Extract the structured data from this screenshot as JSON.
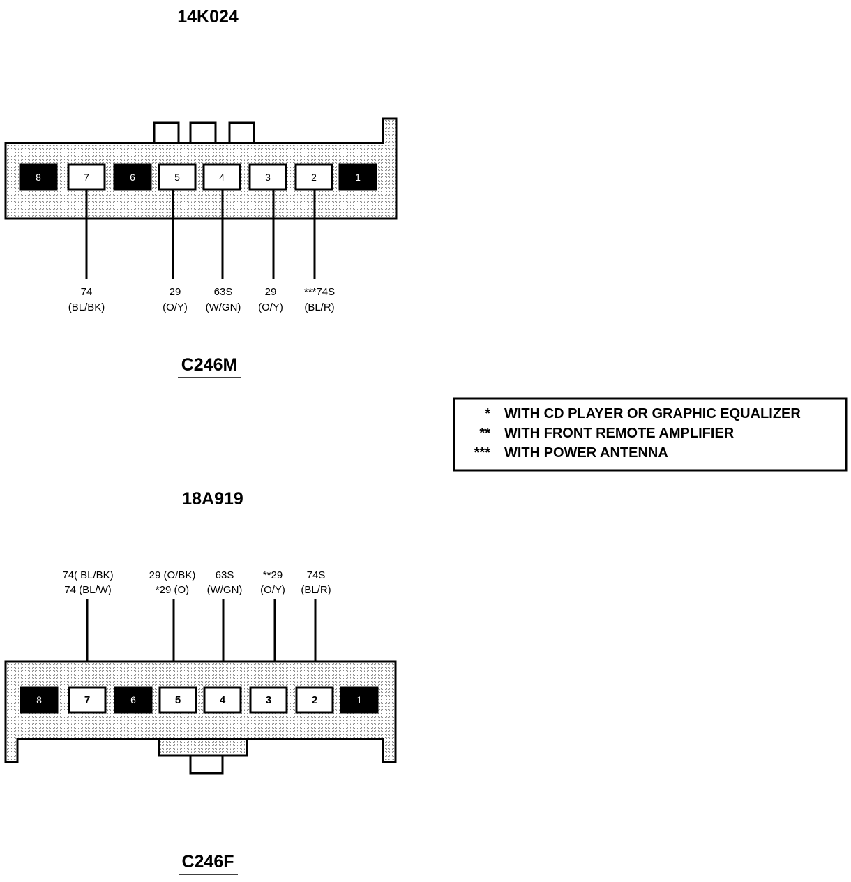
{
  "connector_top": {
    "part_number": "14K024",
    "name": "C246M",
    "pins": [
      {
        "num": "8",
        "filled": true
      },
      {
        "num": "7",
        "filled": false
      },
      {
        "num": "6",
        "filled": true
      },
      {
        "num": "5",
        "filled": false
      },
      {
        "num": "4",
        "filled": false
      },
      {
        "num": "3",
        "filled": false
      },
      {
        "num": "2",
        "filled": false
      },
      {
        "num": "1",
        "filled": true
      }
    ],
    "wires": [
      {
        "pin": "7",
        "line1": "74",
        "line2": "(BL/BK)"
      },
      {
        "pin": "5",
        "line1": "29",
        "line2": "(O/Y)"
      },
      {
        "pin": "4",
        "line1": "63S",
        "line2": "(W/GN)"
      },
      {
        "pin": "3",
        "line1": "29",
        "line2": "(O/Y)"
      },
      {
        "pin": "2",
        "line1": "***74S",
        "line2": "(BL/R)"
      }
    ]
  },
  "connector_bottom": {
    "part_number": "18A919",
    "name": "C246F",
    "pins": [
      {
        "num": "8",
        "filled": true
      },
      {
        "num": "7",
        "filled": false
      },
      {
        "num": "6",
        "filled": true
      },
      {
        "num": "5",
        "filled": false
      },
      {
        "num": "4",
        "filled": false
      },
      {
        "num": "3",
        "filled": false
      },
      {
        "num": "2",
        "filled": false
      },
      {
        "num": "1",
        "filled": true
      }
    ],
    "wires": [
      {
        "pin": "7",
        "line1": "74( BL/BK)",
        "line2": "74 (BL/W)"
      },
      {
        "pin": "5",
        "line1": "29 (O/BK)",
        "line2": "*29 (O)"
      },
      {
        "pin": "4",
        "line1": "63S",
        "line2": "(W/GN)"
      },
      {
        "pin": "3",
        "line1": "**29",
        "line2": "(O/Y)"
      },
      {
        "pin": "2",
        "line1": "74S",
        "line2": "(BL/R)"
      }
    ]
  },
  "legend": {
    "items": [
      {
        "mark": "*",
        "text": "WITH CD PLAYER OR GRAPHIC EQUALIZER"
      },
      {
        "mark": "**",
        "text": "WITH FRONT REMOTE AMPLIFIER"
      },
      {
        "mark": "***",
        "text": "WITH POWER ANTENNA"
      }
    ]
  }
}
